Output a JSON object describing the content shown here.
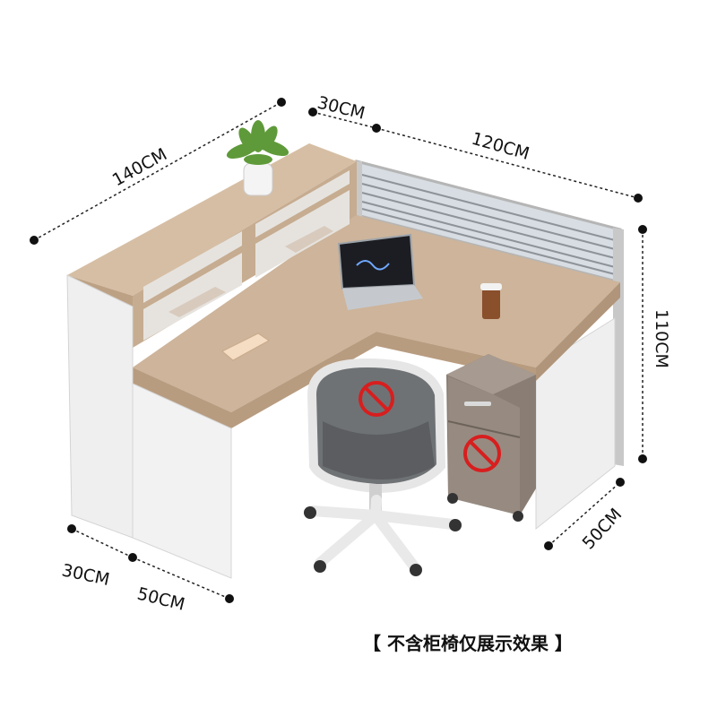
{
  "dimensions": {
    "top_left": "140CM",
    "top_small": "30CM",
    "top_right": "120CM",
    "right_height": "110CM",
    "right_depth": "50CM",
    "bottom_left_a": "30CM",
    "bottom_left_b": "50CM"
  },
  "caption": "【 不含柜椅仅展示效果 】",
  "colors": {
    "wood": "#cdb49a",
    "wood_dark": "#b89c80",
    "white_panel": "#ededed",
    "partition_frame": "#c8c8c8",
    "chair_mesh": "#6f7275",
    "prohibit_red": "#d81e1e"
  }
}
